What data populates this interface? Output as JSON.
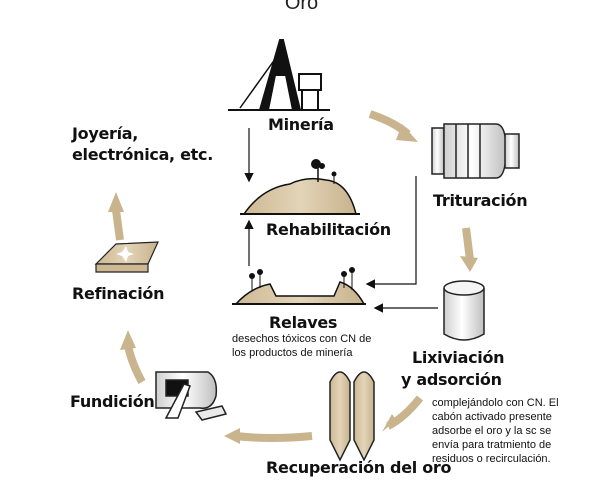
{
  "title": "Oro",
  "nodes": {
    "mineria": "Minería",
    "trituracion": "Trituración",
    "rehabilitacion": "Rehabilitación",
    "relaves": "Relaves",
    "lixiviacion_1": "Lixiviación",
    "lixiviacion_2": "y adsorción",
    "recuperacion": "Recuperación del oro",
    "fundicion": "Fundición",
    "refinacion": "Refinación",
    "joyeria_1": "Joyería,",
    "joyeria_2": "electrónica, etc."
  },
  "notes": {
    "relaves_1": "desechos tóxicos con CN de",
    "relaves_2": "los productos de minería",
    "lix_1": "complejándolo con CN. El",
    "lix_2": "cabón activado presente",
    "lix_3": "adsorbe el oro y la sc se",
    "lix_4": "envía para tratmiento de",
    "lix_5": "residuos o recirculación."
  },
  "colors": {
    "tan": "#d8c6a6",
    "arrow": "#c9b48e",
    "gray": "#bdbdbd",
    "dark": "#111111"
  }
}
